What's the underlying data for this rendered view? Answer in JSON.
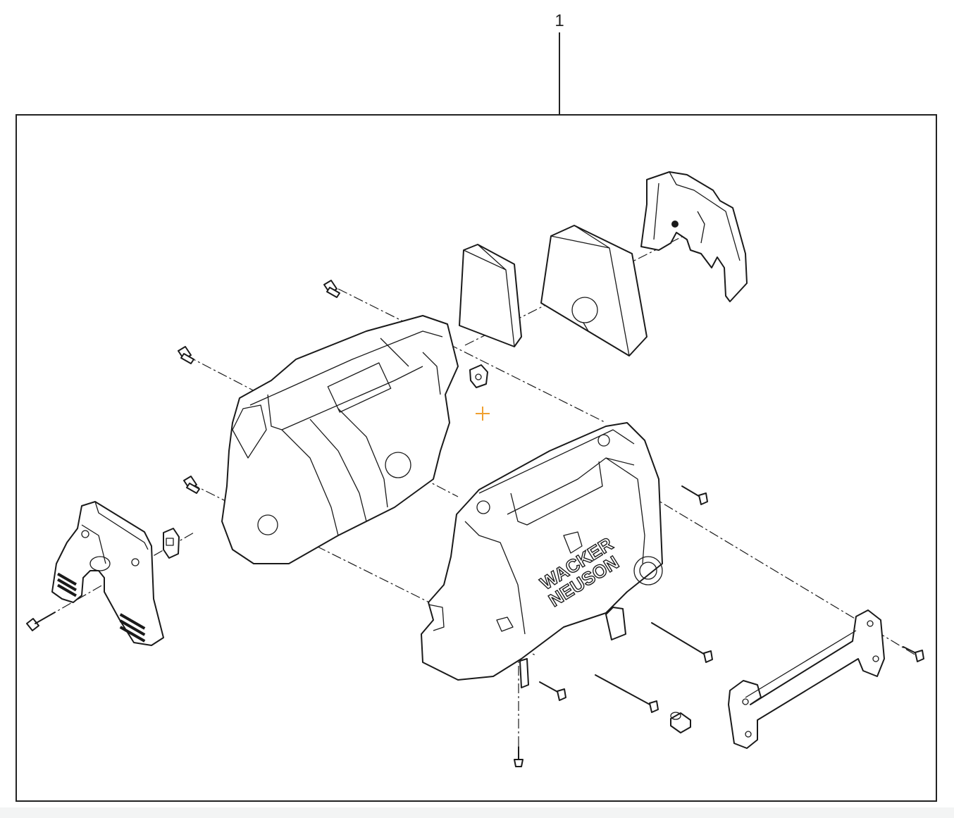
{
  "callout": {
    "number": "1"
  },
  "logo": {
    "line1": "WACKER",
    "line2": "NEUSON"
  },
  "colors": {
    "line": "#1a1a1a",
    "background": "#ffffff",
    "page": "#f3f4f4",
    "cursor": "#f0a030"
  }
}
